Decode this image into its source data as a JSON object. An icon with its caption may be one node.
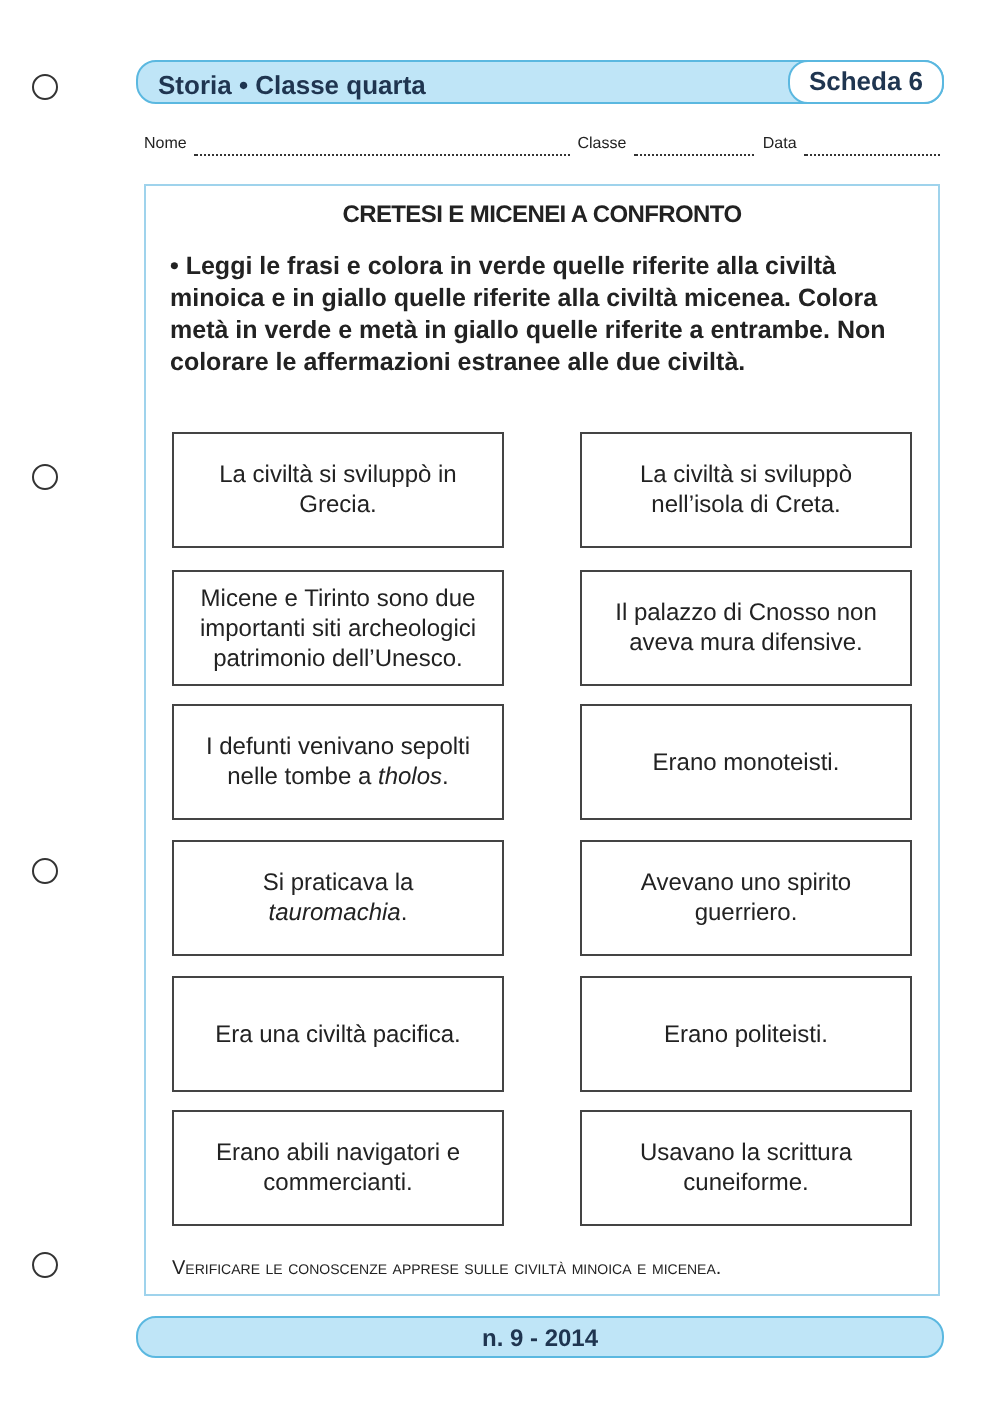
{
  "diagram": {
    "title": "CRETESI E MICENEI A CONFRONTO",
    "nodes": [
      {
        "text": [
          "La civiltà si sviluppò in Grecia."
        ]
      },
      {
        "text": [
          "La civiltà si sviluppò nell’isola di Creta."
        ]
      },
      {
        "text": [
          "Micene e Tirinto sono due importanti siti archeologici patrimonio dell’Unesco."
        ]
      },
      {
        "text": [
          "Il palazzo di Cnosso non aveva mura difensive."
        ]
      },
      {
        "text": [
          "I defunti venivano sepolti nelle tombe a *tholos*."
        ]
      },
      {
        "text": [
          "Erano monoteisti."
        ]
      },
      {
        "text": [
          "Si praticava la *tauromachia*."
        ]
      },
      {
        "text": [
          "Avevano uno spirito guerriero."
        ]
      },
      {
        "text": [
          "Era una civiltà pacifica."
        ]
      },
      {
        "text": [
          "Erano politeisti."
        ]
      },
      {
        "text": [
          "Erano abili navigatori e commercianti."
        ]
      },
      {
        "text": [
          "Usavano la scrittura cuneiforme."
        ]
      }
    ],
    "labels": [
      "Storia • Classe quarta",
      "Scheda 6",
      "Nome",
      "Classe",
      "Data",
      "• Leggi le frasi e colora in verde quelle riferite alla civiltà minoica e in giallo quelle riferite alla civiltà micenea. Colora metà in verde e metà in giallo quelle riferite a entrambe. Non colorare le affermazioni estranee alle due civiltà.",
      "Verificare le conoscenze apprese sulle civiltà minoica e micenea.",
      "n. 9 - 2014"
    ]
  }
}
